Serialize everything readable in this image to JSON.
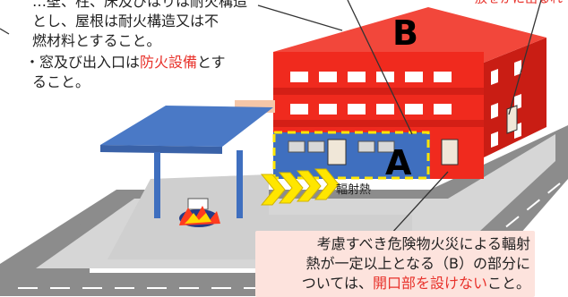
{
  "left_notes": {
    "line0": "…壁、柱、床及びはりは耐火構造",
    "line1": "とし、屋根は耐火構造又は不",
    "line2": "燃材料とすること。",
    "line3_prefix": "・窓及び出入口は",
    "line3_red": "防火設備",
    "line3_suffix": "とす",
    "line4": "ること。"
  },
  "top_right_note": "放をかに出るれ",
  "labels": {
    "building_b": "B",
    "area_a": "A",
    "radiant_heat": "輻射熱"
  },
  "callout": {
    "line1": "考慮すべき危険物火災による輻射",
    "line2": "熱が一定以上となる（B）の部分に",
    "line3_prefix": "ついては、",
    "line3_red": "開口部を設けない",
    "line3_suffix": "こと。"
  },
  "colors": {
    "building_red": "#f02a1e",
    "building_dark": "#b81710",
    "ground_floor_blue": "#3f6fbf",
    "canopy_blue": "#4a79c6",
    "lot_gray": "#c8c8c8",
    "road_gray": "#8c8c8c",
    "arrow_yellow": "#ffe600",
    "callout_pink": "#fde3dd"
  }
}
